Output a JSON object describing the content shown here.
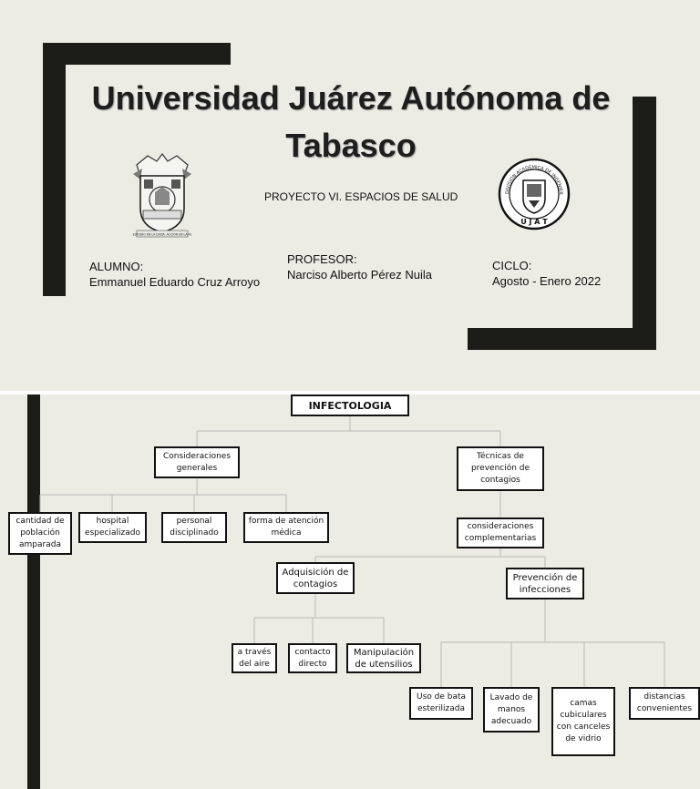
{
  "header": {
    "title": "Universidad Juárez Autónoma de Tabasco",
    "project": "PROYECTO VI. ESPACIOS DE SALUD",
    "student_label": "ALUMNO:",
    "student_name": "Emmanuel Eduardo Cruz Arroyo",
    "teacher_label": "PROFESOR:",
    "teacher_name": "Narciso Alberto Pérez Nuila",
    "cycle_label": "CICLO:",
    "cycle_value": "Agosto - Enero 2022",
    "logo_left_text": "ESTUDIO EN LA DUDA. ACCIÓN EN LA FE",
    "logo_right_text": "DIVISIÓN ACADÉMICA DE INGENIERÍA Y ARQUITECTURA",
    "logo_right_initials": "U J A T"
  },
  "diagram": {
    "root": "INFECTOLOGIA",
    "consideraciones": "Consideraciones generales",
    "tecnicas": "Técnicas de prevención de contagios",
    "cantidad": "cantidad de población amparada",
    "hospital": "hospital especializado",
    "personal": "personal disciplinado",
    "forma": "forma de atención médica",
    "complementarias": "consideraciones complementarias",
    "adquisicion": "Adquisición de contagios",
    "prevencion": "Prevención de infecciones",
    "aire": "a través del aire",
    "contacto": "contacto directo",
    "manipulacion": "Manipulación de utensilios",
    "bata": "Uso de bata esterilizada",
    "lavado": "Lavado de manos adecuado",
    "camas": "camas cubiculares con canceles de vidrio",
    "distancias": "distancias convenientes"
  }
}
